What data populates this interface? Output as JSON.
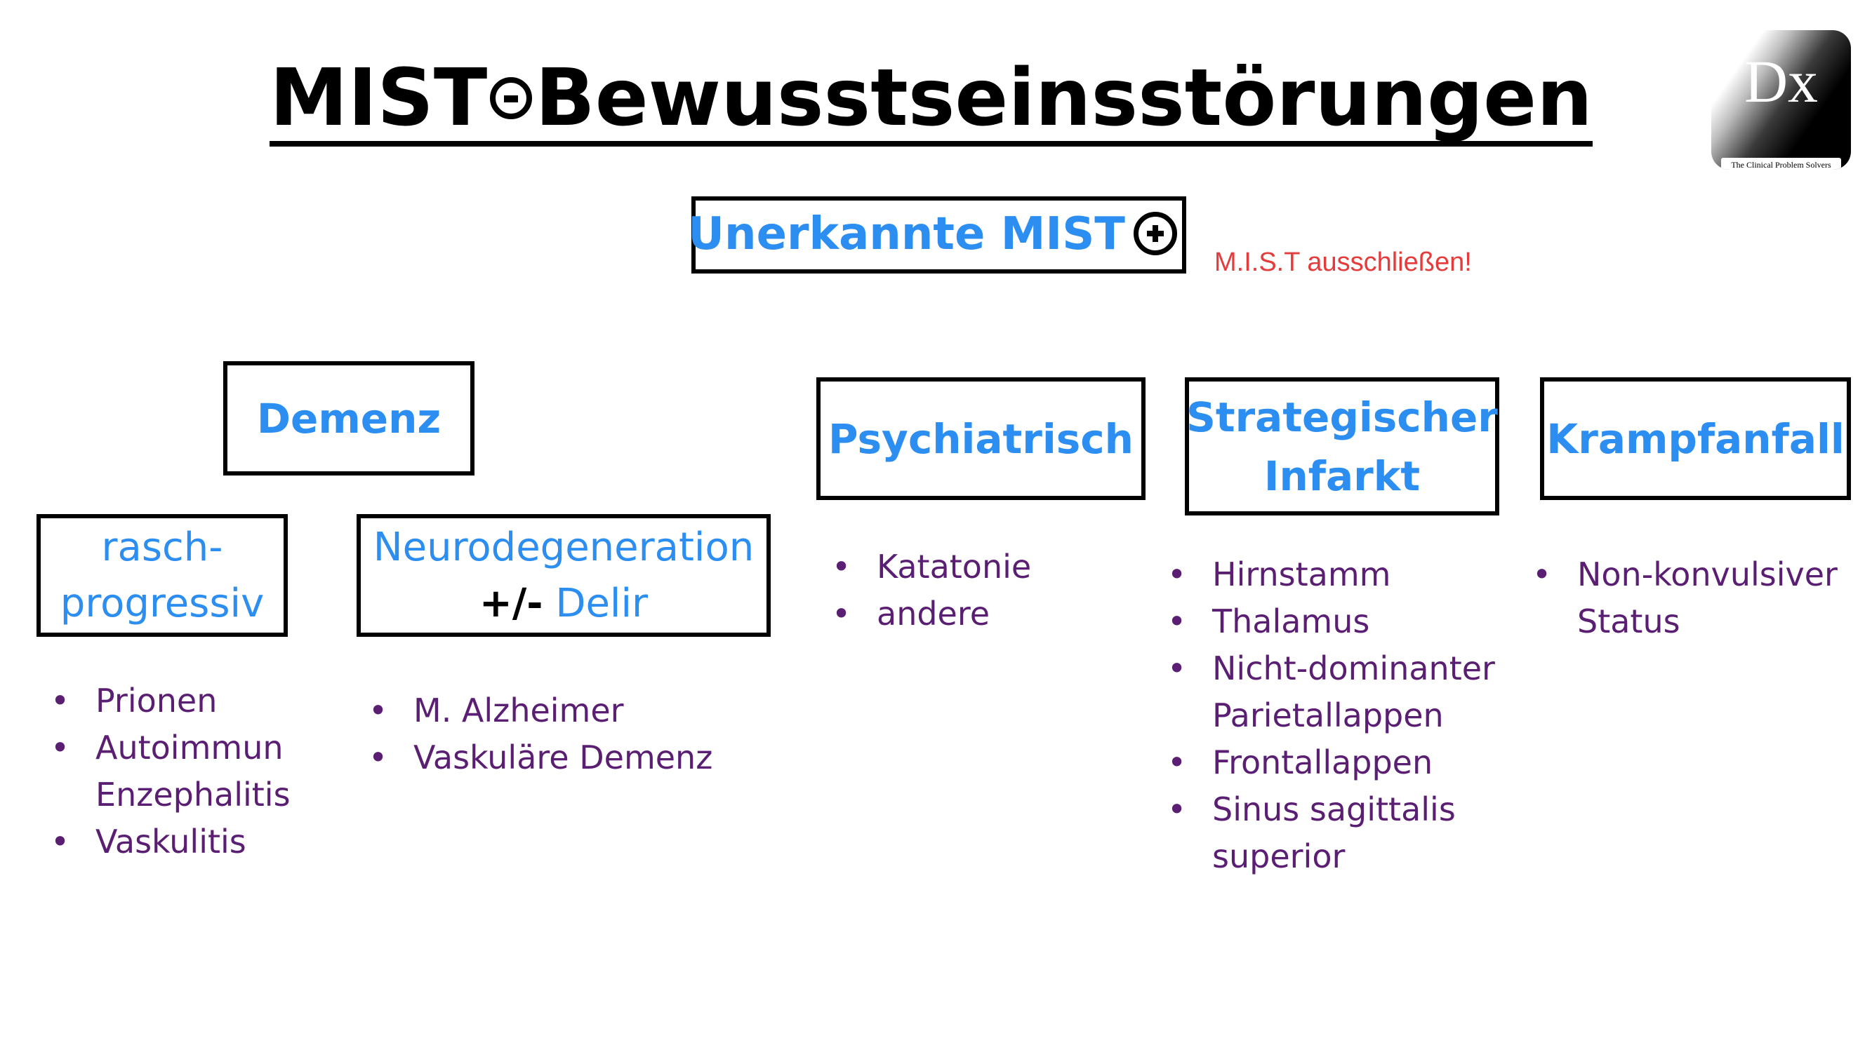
{
  "title": {
    "left": "MIST",
    "symbol": "minus-circle",
    "right": "Bewusstseinsstörungen"
  },
  "logo": {
    "mark": "Dx",
    "tagline": "The Clinical Problem Solvers"
  },
  "center_box": {
    "label": "Unerkannte MIST",
    "symbol": "plus-circle"
  },
  "note": "M.I.S.T ausschließen!",
  "categories": {
    "demenz": {
      "label": "Demenz"
    },
    "psychiatrisch": {
      "label": "Psychiatrisch",
      "items": [
        "Katatonie",
        "andere"
      ]
    },
    "strategischer_infarkt": {
      "label_line1": "Strategischer",
      "label_line2": "Infarkt",
      "items": [
        {
          "line1": "Hirnstamm"
        },
        {
          "line1": "Thalamus"
        },
        {
          "line1": "Nicht-dominanter",
          "line2": "Parietallappen"
        },
        {
          "line1": "Frontallappen"
        },
        {
          "line1": "Sinus sagittalis",
          "line2": "superior"
        }
      ]
    },
    "krampfanfall": {
      "label": "Krampfanfall",
      "items": [
        {
          "line1": "Non-konvulsiver",
          "line2": "Status"
        }
      ]
    }
  },
  "subcategories": {
    "rasch_progressiv": {
      "label_line1": "rasch-",
      "label_line2": "progressiv",
      "items": [
        {
          "line1": "Prionen"
        },
        {
          "line1": "Autoimmun",
          "line2": "Enzephalitis"
        },
        {
          "line1": "Vaskulitis"
        }
      ]
    },
    "neurodegeneration": {
      "label_line1": "Neurodegeneration",
      "label_line2_prefix": "+/-",
      "label_line2_suffix": " Delir",
      "items": [
        "M. Alzheimer",
        "Vaskuläre Demenz"
      ]
    }
  },
  "colors": {
    "box_text": "#2b8ef0",
    "list_text": "#5a1e72",
    "note": "#e53b3b",
    "border": "#000000"
  }
}
